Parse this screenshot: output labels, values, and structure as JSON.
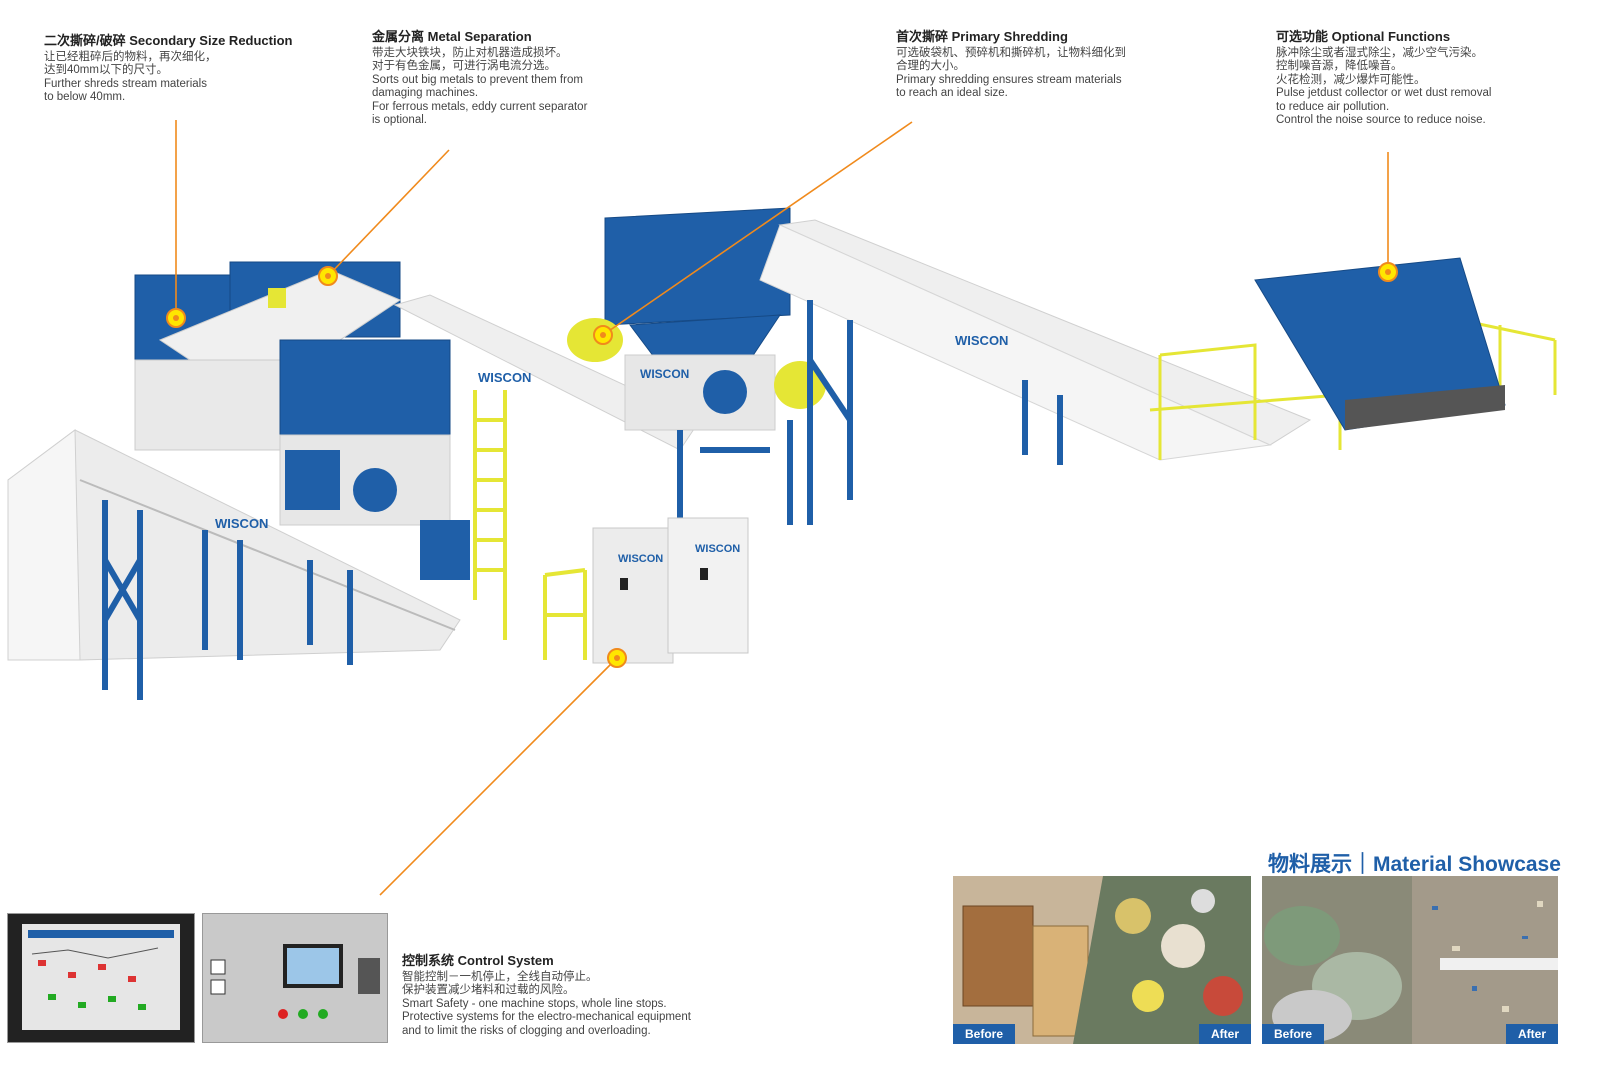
{
  "callouts": {
    "secondary": {
      "title": "二次撕碎/破碎 Secondary Size Reduction",
      "lines": [
        "让已经粗碎后的物料，再次细化，",
        "达到40mm以下的尺寸。",
        "Further shreds stream materials",
        "to below 40mm."
      ]
    },
    "metal": {
      "title": "金属分离 Metal Separation",
      "lines": [
        "带走大块铁块，防止对机器造成损坏。",
        "对于有色金属，可进行涡电流分选。",
        "Sorts out big metals to prevent them from",
        "damaging machines.",
        "For ferrous metals, eddy current separator",
        "is optional."
      ]
    },
    "primary": {
      "title": "首次撕碎 Primary Shredding",
      "lines": [
        "可选破袋机、预碎机和撕碎机，让物料细化到",
        "合理的大小。",
        "Primary shredding ensures stream materials",
        "to reach an ideal size."
      ]
    },
    "optional": {
      "title": "可选功能 Optional Functions",
      "lines": [
        "脉冲除尘或者湿式除尘，减少空气污染。",
        "控制噪音源，降低噪音。",
        "火花检测，减少爆炸可能性。",
        "Pulse jetdust collector or wet dust removal",
        "to reduce air pollution.",
        "Control the noise source to reduce noise."
      ]
    },
    "control": {
      "title": "控制系统 Control System",
      "lines": [
        "智能控制－一机停止，全线自动停止。",
        "保护装置减少堵料和过载的风险。",
        "Smart Safety - one machine stops, whole line stops.",
        "Protective systems for the electro-mechanical equipment",
        "and to limit the risks of clogging and overloading."
      ]
    }
  },
  "brand": "WISCON",
  "showcase": {
    "title": "物料展示｜Material Showcase",
    "before_label": "Before",
    "after_label": "After"
  },
  "colors": {
    "machine_blue": "#1f5fa8",
    "conveyor_white": "#eeeeee",
    "rail_yellow": "#e5e635",
    "callout_orange": "#f08a1c",
    "marker_yellow": "#ffe600"
  }
}
